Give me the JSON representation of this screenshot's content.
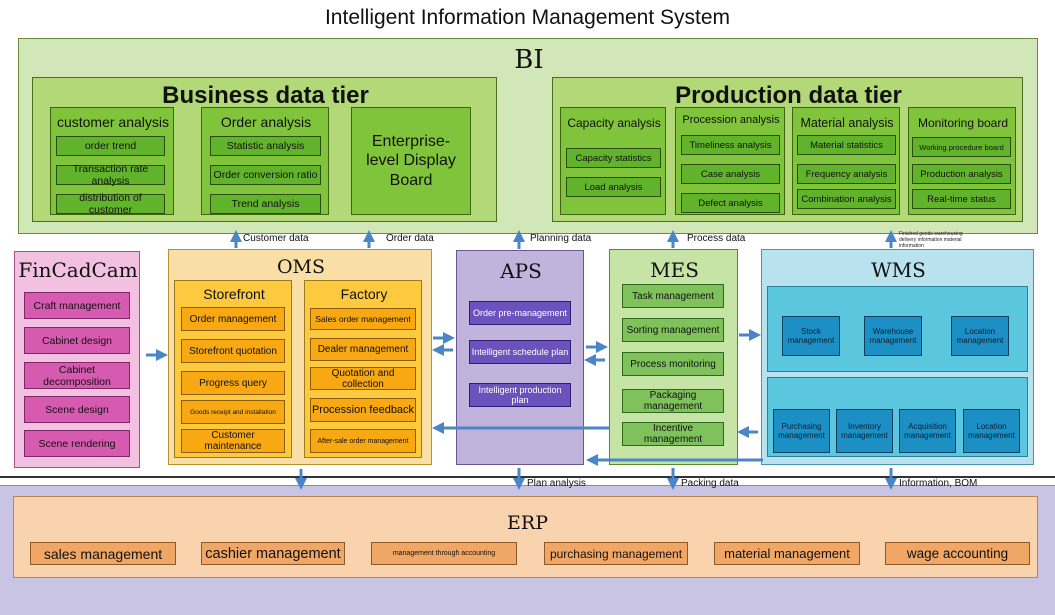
{
  "title": "Intelligent Information Management System",
  "bi": {
    "title": "BI",
    "business": {
      "title": "Business data tier",
      "customer": {
        "title": "customer analysis",
        "items": [
          "order trend",
          "Transaction rate analysis",
          "distribution of customer"
        ]
      },
      "order": {
        "title": "Order analysis",
        "items": [
          "Statistic analysis",
          "Order conversion ratio",
          "Trend analysis"
        ]
      },
      "board": {
        "title": "Enterprise-level Display Board"
      }
    },
    "production": {
      "title": "Production data tier",
      "capacity": {
        "title": "Capacity analysis",
        "items": [
          "Capacity statistics",
          "Load analysis"
        ]
      },
      "procession": {
        "title": "Procession analysis",
        "items": [
          "Timeliness analysis",
          "Case analysis",
          "Defect analysis"
        ]
      },
      "material": {
        "title": "Material analysis",
        "items": [
          "Material statistics",
          "Frequency analysis",
          "Combination analysis"
        ]
      },
      "monitoring": {
        "title": "Monitoring board",
        "items": [
          "Working procedure board",
          "Production analysis",
          "Real-time status"
        ]
      }
    }
  },
  "flows_up": {
    "customer": "Customer data",
    "order": "Order data",
    "planning": "Planning data",
    "process": "Process data",
    "wms_note": [
      "Finished goods warehousing",
      "delivery information material",
      "information"
    ]
  },
  "fincadcam": {
    "title": "FinCadCam",
    "items": [
      "Craft management",
      "Cabinet design",
      "Cabinet decomposition",
      "Scene design",
      "Scene rendering"
    ]
  },
  "oms": {
    "title": "OMS",
    "storefront": {
      "title": "Storefront",
      "items": [
        "Order management",
        "Storefront quotation",
        "Progress query",
        "Goods receipt and installation",
        "Customer maintenance"
      ]
    },
    "factory": {
      "title": "Factory",
      "items": [
        "Sales order management",
        "Dealer management",
        "Quotation and collection",
        "Procession feedback",
        "After-sale order management"
      ]
    }
  },
  "aps": {
    "title": "APS",
    "items": [
      "Order pre-management",
      "Intelligent schedule plan",
      "Intelligent production plan"
    ]
  },
  "mes": {
    "title": "MES",
    "items": [
      "Task management",
      "Sorting management",
      "Process monitoring",
      "Packaging management",
      "Incentive management"
    ]
  },
  "wms": {
    "title": "WMS",
    "top": [
      "Stock management",
      "Warehouse management",
      "Location management"
    ],
    "bottom": [
      "Purchasing management",
      "Inventory management",
      "Acquisition management",
      "Location management"
    ]
  },
  "flows_down": {
    "plan": "Plan analysis",
    "packing": "Packing data",
    "info": "Information, BOM"
  },
  "erp": {
    "title": "ERP",
    "items": [
      "sales management",
      "cashier management",
      "management through accounting",
      "purchasing management",
      "material management",
      "wage accounting"
    ]
  },
  "colors": {
    "bi_green": "#d2e7b7",
    "tier_green": "#b3d877",
    "pill_green": "#62b32c",
    "oms_orange": "#f7a813",
    "aps_purple": "#6b52bc",
    "wms_blue": "#1c8fc4",
    "fincadcam_pink": "#d65bb0",
    "erp_orange": "#f0a766",
    "arrow_blue": "#4a86c5"
  }
}
